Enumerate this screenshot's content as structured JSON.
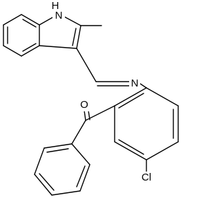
{
  "molecule": {
    "atom_labels": {
      "nh": "H",
      "n_indole": "N",
      "n_imine": "N",
      "o": "O",
      "cl": "Cl"
    }
  }
}
